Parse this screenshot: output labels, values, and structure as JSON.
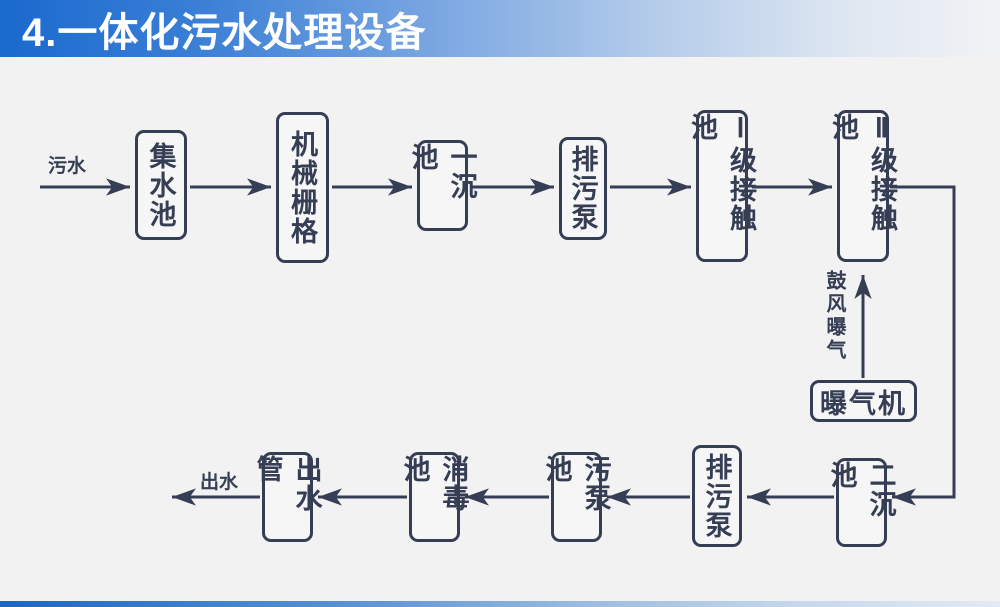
{
  "title": "4.一体化污水处理设备",
  "colors": {
    "title_gradient_start": "#1a69ce",
    "title_gradient_end": "#f2f3f5",
    "background": "#f2f2f3",
    "line_and_text": "#363e55",
    "footer_gradient_start": "#1d67c1",
    "footer_gradient_end": "#e2eaf4"
  },
  "flowchart": {
    "inflow_label": "污水",
    "outflow_label": "出水",
    "aeration_label": "鼓风曝气",
    "top_row": [
      {
        "label": "集水池"
      },
      {
        "label": "机械栅格"
      },
      {
        "label": "一沉池"
      },
      {
        "label": "排污泵"
      },
      {
        "label": "Ⅰ级接触池"
      },
      {
        "label": "Ⅱ级接触池"
      }
    ],
    "bottom_row": [
      {
        "label": "二沉池"
      },
      {
        "label": "排污泵"
      },
      {
        "label": "污泵池"
      },
      {
        "label": "消毒池"
      },
      {
        "label": "出水管"
      }
    ],
    "aerator": {
      "label": "曝气机"
    }
  }
}
